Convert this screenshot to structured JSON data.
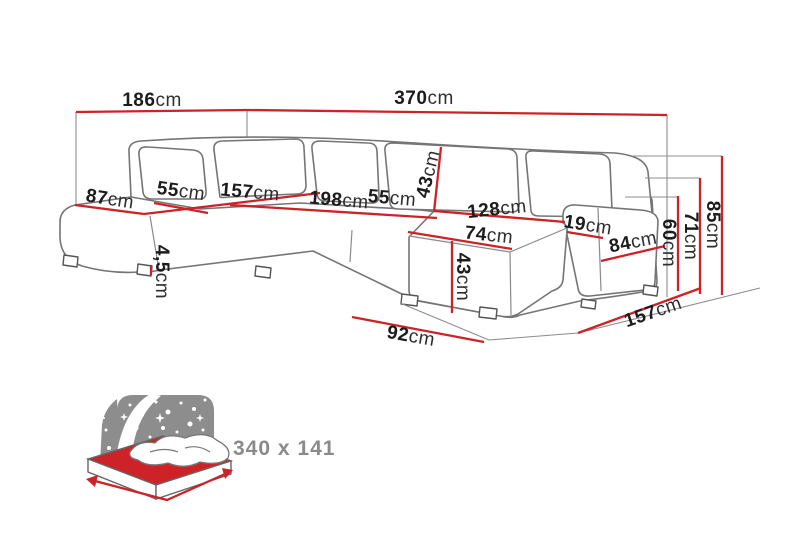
{
  "diagram": {
    "title": "corner-sofa-dimension-diagram",
    "colors": {
      "accent": "#cd2227",
      "outline": "#757575",
      "text": "#1c1c1c",
      "icon_gray": "#8a8a8a"
    },
    "dims": {
      "wall_left": {
        "value": "186",
        "unit": "cm"
      },
      "wall_back": {
        "value": "370",
        "unit": "cm"
      },
      "chaise_back_width": {
        "value": "87",
        "unit": "cm"
      },
      "chaise_seat_width": {
        "value": "55",
        "unit": "cm"
      },
      "chaise_length": {
        "value": "157",
        "unit": "cm"
      },
      "seat_front_length": {
        "value": "198",
        "unit": "cm"
      },
      "right_seat_width": {
        "value": "55",
        "unit": "cm"
      },
      "backrest_height": {
        "value": "43",
        "unit": "cm"
      },
      "lounge_length": {
        "value": "128",
        "unit": "cm"
      },
      "lounge_width": {
        "value": "74",
        "unit": "cm"
      },
      "lounge_height": {
        "value": "43",
        "unit": "cm"
      },
      "leg_height": {
        "value": "4,5",
        "unit": "cm"
      },
      "armrest_width": {
        "value": "19",
        "unit": "cm"
      },
      "armrest_length": {
        "value": "84",
        "unit": "cm"
      },
      "seat_height": {
        "value": "60",
        "unit": "cm"
      },
      "armrest_height": {
        "value": "71",
        "unit": "cm"
      },
      "total_height": {
        "value": "85",
        "unit": "cm"
      },
      "floor_depth": {
        "value": "92",
        "unit": "cm"
      },
      "floor_width": {
        "value": "157",
        "unit": "cm"
      }
    },
    "sleeping_area": {
      "label": "340 x 141"
    }
  }
}
